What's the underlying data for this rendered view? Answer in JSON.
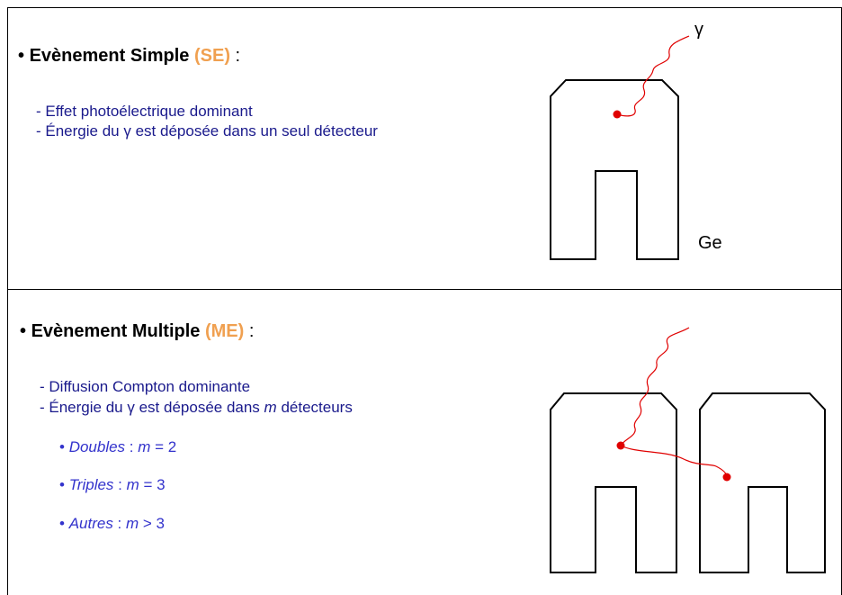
{
  "top": {
    "title_bullet": "•",
    "title_text": "Evènement Simple",
    "title_accent": "(SE)",
    "title_colon": ":",
    "line1": "- Effet photoélectrique dominant",
    "line2_a": "- Énergie du",
    "line2_gamma": "γ",
    "line2_b": "est déposée dans un seul détecteur",
    "gamma_label": "γ",
    "ge_label": "Ge"
  },
  "bottom": {
    "title_bullet": "•",
    "title_text": "Evènement Multiple",
    "title_accent": "(ME)",
    "title_colon": ":",
    "line1": "- Diffusion Compton dominante",
    "line2_a": "- Énergie du",
    "line2_gamma": "γ",
    "line2_b": "est déposée dans",
    "line2_m": "m",
    "line2_c": "détecteurs",
    "items": [
      {
        "bullet": "•",
        "label": "Doubles",
        "sep": " : ",
        "m": "m",
        "rel": " = 2"
      },
      {
        "bullet": "•",
        "label": "Triples",
        "sep": " :  ",
        "m": "m",
        "rel": " = 3"
      },
      {
        "bullet": "•",
        "label": "Autres",
        "sep": " : ",
        "m": "m",
        "rel": " > 3"
      }
    ]
  },
  "colors": {
    "accent": "#f0a050",
    "text_blue": "#1a1a8c",
    "sub_blue": "#3333cc",
    "interaction": "#e00000"
  }
}
